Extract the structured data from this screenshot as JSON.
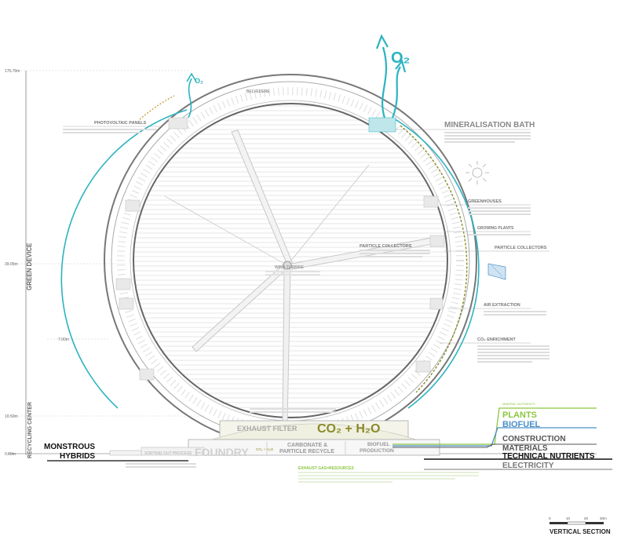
{
  "levels": {
    "top": "175.70m",
    "mid": "39.05m",
    "low1": "7.00m",
    "low2": "10.50m",
    "ground": "0.00m"
  },
  "side_labels": {
    "green_device": "GREEN DEVICE",
    "recycling_center": "RECYCLING CENTER"
  },
  "labels": {
    "o2_small": "O₂",
    "o2_large": "O₂",
    "belvedere": "BELVEDERE",
    "photovoltaic": "PHOTOVOLTAIC PANELS",
    "mineralisation": "MINERALISATION BATH",
    "greenhouses": "GREENHOUSES",
    "growing_plants": "GROWING PLANTS",
    "particle_collectors_right": "PARTICLE COLLECTORS",
    "particle_collectors_center": "PARTICLE COLLECTORS",
    "wind_turbine": "WIND TURBINE",
    "air_extraction": "AIR EXTRACTION",
    "co2_enrichment": "CO₂ ENRICHMENT",
    "exhaust_filter": "EXHAUST FILTER",
    "co2_h2o": "CO₂ + H₂O",
    "co2_h2o_small": "CO₂ + H₂O",
    "foundry": "FOUNDRY",
    "carbonate_1": "CARBONATE &",
    "carbonate_2": "PARTICLE RECYCLE",
    "biofuel_prod_1": "BIOFUEL",
    "biofuel_prod_2": "PRODUCTION",
    "sorting": "SORTING OUT PROCESS",
    "monstrous_1": "MONSTROUS",
    "monstrous_2": "HYBRIDS",
    "exhaust_gas": "EXHAUST GAS=RESOURCES",
    "mineral_nutrients": "MINERAL NUTRIENTS"
  },
  "outputs": [
    {
      "label": "PLANTS",
      "color": "#8cc63f"
    },
    {
      "label": "BIOFUEL",
      "color": "#4a90c8"
    },
    {
      "label": "CONSTRUCTION",
      "color": "#555555"
    },
    {
      "label": "MATERIALS",
      "color": "#555555"
    },
    {
      "label": "TECHNICAL NUTRIENTS",
      "color": "#111111"
    },
    {
      "label": "ELECTRICITY",
      "color": "#777777"
    }
  ],
  "scale": {
    "ticks": [
      "0",
      "10",
      "20",
      "30m"
    ],
    "title": "VERTICAL SECTION"
  },
  "colors": {
    "oxygen": "#2bb3c0",
    "green": "#8cc63f",
    "olive": "#8a8a2a",
    "blue": "#4a90c8"
  }
}
